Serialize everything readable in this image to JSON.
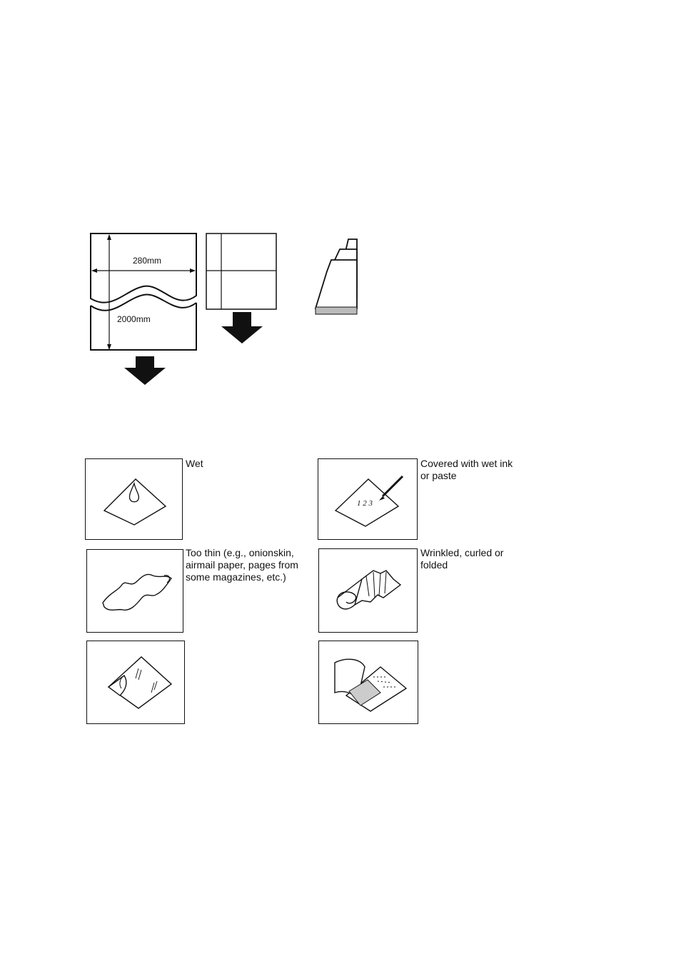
{
  "size_diagram": {
    "width_label": "280mm",
    "length_label": "2000mm"
  },
  "unsuitable": [
    {
      "id": "wet",
      "icon": "water-drop-paper-icon",
      "text": "Wet"
    },
    {
      "id": "wet-ink",
      "icon": "pen-writing-paper-icon",
      "text": "Covered with wet ink\nor paste"
    },
    {
      "id": "too-thin",
      "icon": "thin-wavy-paper-icon",
      "text": "Too thin (e.g., onionskin,\nairmail paper, pages from\nsome magazines, etc.)"
    },
    {
      "id": "wrinkled",
      "icon": "wrinkled-curled-paper-icon",
      "text": "Wrinkled, curled or\nfolded"
    },
    {
      "id": "coated",
      "icon": "peeling-coated-paper-icon",
      "text": ""
    },
    {
      "id": "book",
      "icon": "open-book-pages-icon",
      "text": ""
    }
  ]
}
